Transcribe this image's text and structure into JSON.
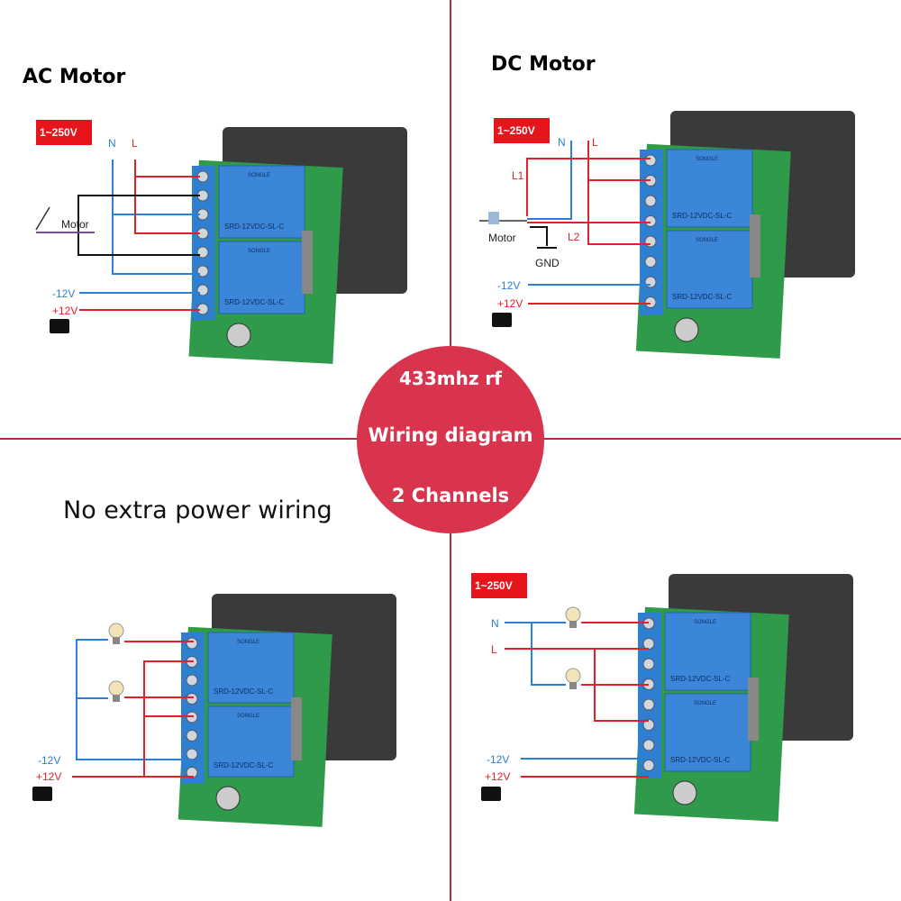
{
  "center_badge": {
    "line1": "433mhz rf",
    "line2": "Wiring diagram",
    "line3": "2 Channels",
    "color": "#d9344e"
  },
  "colors": {
    "divider": "#c0283c",
    "live": "#e0202a",
    "neutral": "#2a7fd6",
    "motor": "#111111",
    "pcb_blue": "#2f7fd0",
    "pcb_green": "#2e9a4a",
    "enclosure": "#3a3a3a"
  },
  "relay_text": {
    "brand": "SONGLE",
    "model": "SRD-12VDC-SL-C"
  },
  "panels": {
    "ac_motor": {
      "title": "AC Motor",
      "voltage": "1~250V",
      "n": "N",
      "l": "L",
      "motor": "Motor",
      "neg": "-12V",
      "pos": "+12V"
    },
    "dc_motor": {
      "title": "DC Motor",
      "voltage": "1~250V",
      "n": "N",
      "l": "L",
      "l1": "L1",
      "l2": "L2",
      "motor": "Motor",
      "gnd": "GND",
      "neg": "-12V",
      "pos": "+12V"
    },
    "no_extra_power": {
      "title": "No extra power wiring",
      "neg": "-12V",
      "pos": "+12V"
    },
    "external_power": {
      "voltage": "1~250V",
      "n": "N",
      "l": "L",
      "neg": "-12V",
      "pos": "+12V"
    }
  }
}
